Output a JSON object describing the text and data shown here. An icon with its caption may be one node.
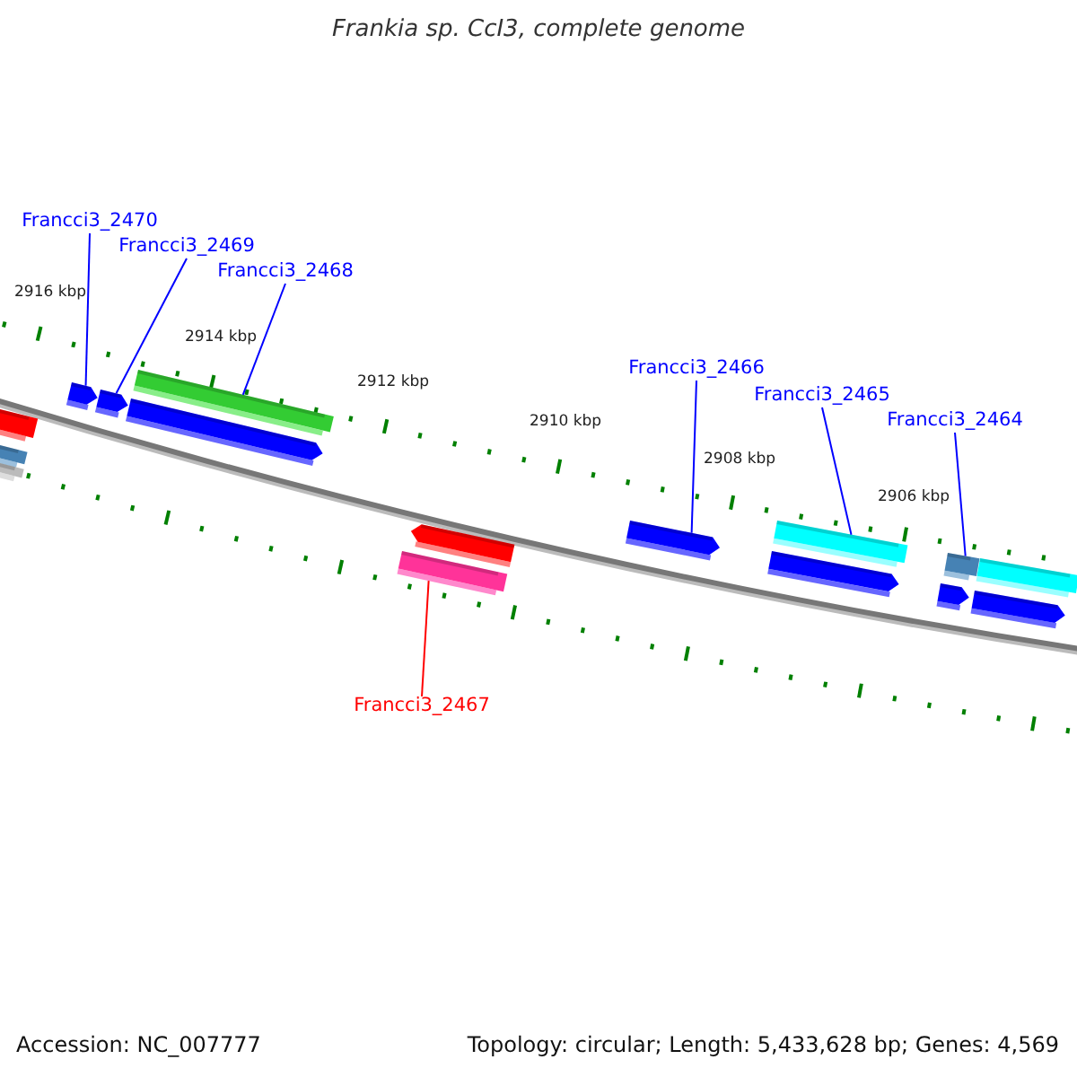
{
  "diagram": {
    "title": "Frankia sp. CcI3, complete genome",
    "nodes": [
      {
        "text": [
          "Francci3_2470"
        ]
      },
      {
        "text": [],
        "shape": "bar"
      },
      {
        "text": [
          "Francci3_2469"
        ]
      },
      {
        "text": [],
        "shape": "bar"
      },
      {
        "text": [
          "Francci3_2468"
        ]
      },
      {
        "text": [],
        "shape": "bar"
      },
      {
        "text": [
          "Francci3_2466"
        ]
      },
      {
        "text": [],
        "shape": "bar"
      },
      {
        "text": [
          "Francci3_2465"
        ]
      },
      {
        "text": [],
        "shape": "bar"
      },
      {
        "text": [
          "Francci3_2464"
        ]
      },
      {
        "text": [],
        "shape": "bar"
      },
      {
        "text": [
          "Francci3_2467"
        ]
      },
      {
        "text": [],
        "shape": "bar"
      },
      {
        "text": [],
        "shape": "bar"
      },
      {
        "text": [],
        "shape": "bar"
      },
      {
        "text": [],
        "shape": "bar"
      },
      {
        "text": [],
        "shape": "bar"
      },
      {
        "text": [],
        "shape": "bar"
      },
      {
        "text": [],
        "shape": "bar"
      },
      {
        "text": [],
        "shape": "bar"
      },
      {
        "text": [],
        "shape": "bar"
      },
      {
        "text": [],
        "shape": "bar"
      }
    ],
    "edges": [
      {
        "from": 0,
        "to": 1,
        "arrow": "none"
      },
      {
        "from": 2,
        "to": 3,
        "arrow": "none"
      },
      {
        "from": 4,
        "to": 5,
        "arrow": "none"
      },
      {
        "from": 6,
        "to": 7,
        "arrow": "none"
      },
      {
        "from": 8,
        "to": 9,
        "arrow": "none"
      },
      {
        "from": 10,
        "to": 11,
        "arrow": "none"
      },
      {
        "from": 12,
        "to": 13,
        "arrow": "none",
        "color": "#ff0000"
      }
    ],
    "labels": [
      "2916 kbp",
      "2914 kbp",
      "2912 kbp",
      "2910 kbp",
      "2908 kbp",
      "2906 kbp",
      "Accession: NC_007777",
      "Topology: circular; Length: 5,433,628 bp; Genes: 4,569"
    ]
  }
}
